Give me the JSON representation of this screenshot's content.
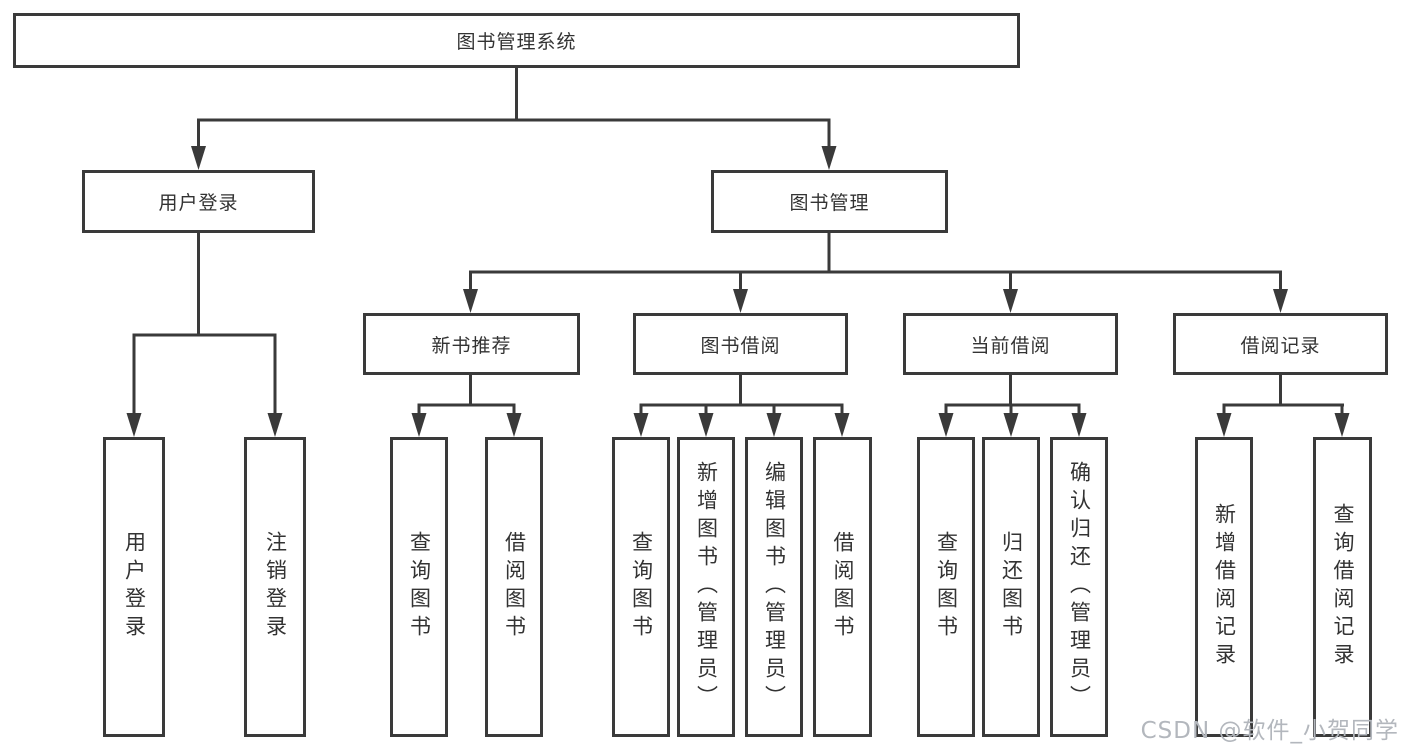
{
  "diagram": {
    "root": {
      "label": "图书管理系统"
    },
    "level2": {
      "user_login": {
        "label": "用户登录"
      },
      "book_mgmt": {
        "label": "图书管理"
      }
    },
    "level3": {
      "new_books": {
        "label": "新书推荐"
      },
      "book_borrow": {
        "label": "图书借阅"
      },
      "current_borrow": {
        "label": "当前借阅"
      },
      "borrow_records": {
        "label": "借阅记录"
      }
    },
    "leaves": {
      "user_login": [
        "用户登录",
        "注销登录"
      ],
      "new_books": [
        "查询图书",
        "借阅图书"
      ],
      "book_borrow": [
        "查询图书",
        "新增图书（管理员）",
        "编辑图书（管理员）",
        "借阅图书"
      ],
      "current_borrow": [
        "查询图书",
        "归还图书",
        "确认归还（管理员）"
      ],
      "borrow_records": [
        "新增借阅记录",
        "查询借阅记录"
      ]
    }
  },
  "watermark": {
    "text": "CSDN @软件_小贺同学"
  },
  "colors": {
    "line": "#3a3a3a",
    "text": "#333333",
    "background": "#ffffff"
  }
}
